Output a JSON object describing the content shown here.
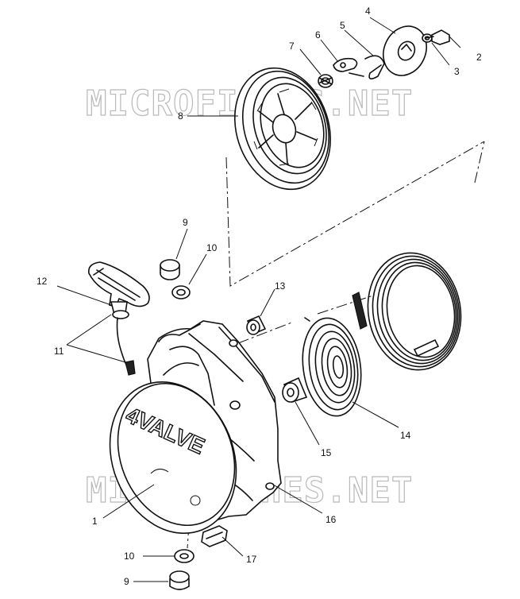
{
  "watermark": "MICROFICHES.NET",
  "cover_logo": "4VALVE",
  "callouts": [
    {
      "id": "c1",
      "label": "1"
    },
    {
      "id": "c2",
      "label": "2"
    },
    {
      "id": "c3",
      "label": "3"
    },
    {
      "id": "c4",
      "label": "4"
    },
    {
      "id": "c5",
      "label": "5"
    },
    {
      "id": "c6",
      "label": "6"
    },
    {
      "id": "c7",
      "label": "7"
    },
    {
      "id": "c8",
      "label": "8"
    },
    {
      "id": "c9a",
      "label": "9"
    },
    {
      "id": "c9b",
      "label": "9"
    },
    {
      "id": "c10a",
      "label": "10"
    },
    {
      "id": "c10b",
      "label": "10"
    },
    {
      "id": "c11",
      "label": "11"
    },
    {
      "id": "c12",
      "label": "12"
    },
    {
      "id": "c13",
      "label": "13"
    },
    {
      "id": "c14",
      "label": "14"
    },
    {
      "id": "c15",
      "label": "15"
    },
    {
      "id": "c16",
      "label": "16"
    },
    {
      "id": "c17",
      "label": "17"
    }
  ]
}
